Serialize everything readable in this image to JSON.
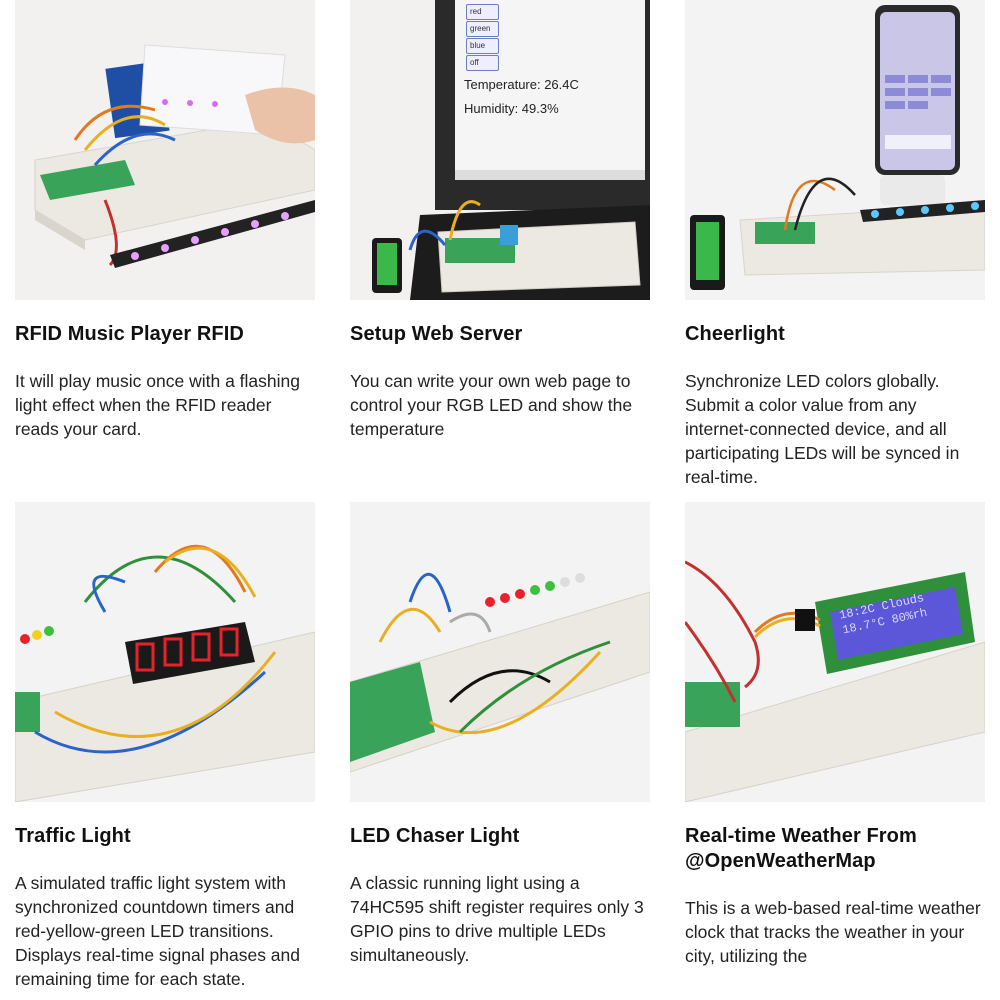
{
  "cards": [
    {
      "title": "RFID Music Player RFID",
      "desc": "It will play music once with a flashing light effect when the RFID reader reads your card.",
      "image_icon": "rfid-photo"
    },
    {
      "title": "Setup Web Server",
      "desc": "You can write your own web page to control your RGB LED and show the temperature",
      "image_icon": "web-server-photo",
      "screen": {
        "buttons": [
          "red",
          "green",
          "blue",
          "off"
        ],
        "temperature": "Temperature: 26.4C",
        "humidity": "Humidity: 49.3%"
      }
    },
    {
      "title": "Cheerlight",
      "desc": "Synchronize LED colors globally. Submit a color value from any internet-connected device, and all participating LEDs will be synced in real-time.",
      "image_icon": "cheerlight-photo"
    },
    {
      "title": "Traffic Light",
      "desc": "A simulated traffic light system with synchronized countdown timers and red-yellow-green LED transitions. Displays real-time signal phases and remaining time for each state.",
      "image_icon": "traffic-light-photo"
    },
    {
      "title": "LED Chaser Light",
      "desc": "A classic running light using a 74HC595 shift register requires only 3 GPIO pins to drive multiple LEDs simultaneously.",
      "image_icon": "led-chaser-photo"
    },
    {
      "title": "Real-time Weather From @OpenWeatherMap",
      "desc": "This is a web-based real-time weather clock that tracks the weather in your city, utilizing the",
      "image_icon": "weather-photo",
      "lcd": {
        "line1": "18:2C Clouds",
        "line2": "18.7°C 80%rh"
      }
    }
  ],
  "colors": {
    "breadboard": "#ece9e2",
    "pico_green": "#3aa35a",
    "wire_yellow": "#e8b020",
    "wire_blue": "#2a63c9",
    "wire_orange": "#e07a1c",
    "wire_green": "#2f8f3a",
    "led_red": "#e8222a",
    "lcd_blue": "#5b57d8"
  }
}
